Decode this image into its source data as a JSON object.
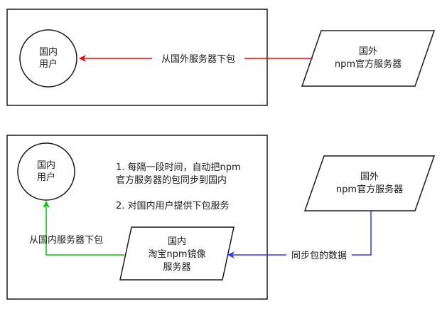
{
  "diagram_top": {
    "user_node": {
      "line1": "国内",
      "line2": "用户"
    },
    "foreign_server": {
      "line1": "国外",
      "line2": "npm官方服务器"
    },
    "arrow_label": "从国外服务器下包",
    "arrow_color": "#ff0000"
  },
  "diagram_bottom": {
    "user_node": {
      "line1": "国内",
      "line2": "用户"
    },
    "notes": {
      "note1_line1": "1. 每隔一段时间，自动把npm",
      "note1_line2": "官方服务器的包同步到国内",
      "note2": "2. 对国内用户提供下包服务"
    },
    "mirror_server": {
      "line1": "国内",
      "line2": "淘宝npm镜像",
      "line3": "服务器"
    },
    "foreign_server": {
      "line1": "国外",
      "line2": "npm官方服务器"
    },
    "download_label": "从国内服务器下包",
    "sync_label": "同步包的数据",
    "download_color": "#00cc00",
    "sync_color": "#3333ff"
  }
}
